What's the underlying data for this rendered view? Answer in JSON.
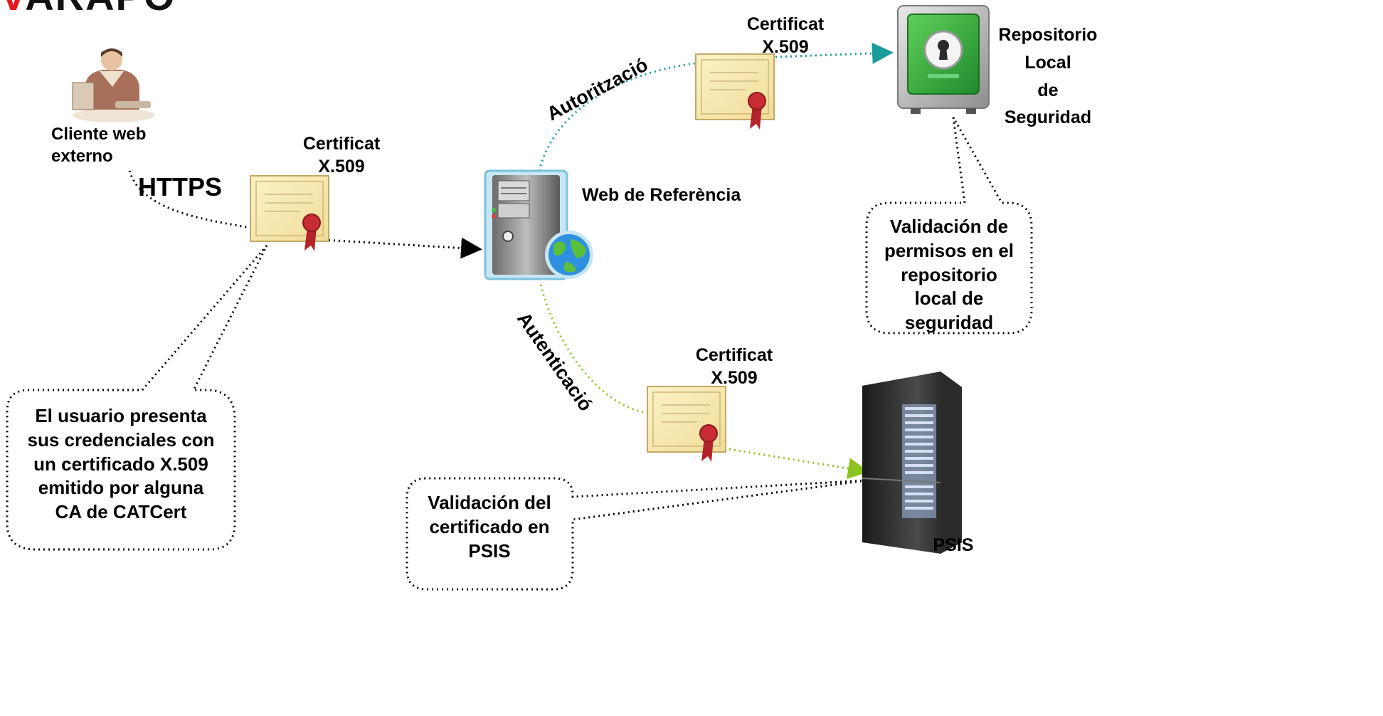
{
  "logo": {
    "text": "VARAPO",
    "accent_color": "#e8161d",
    "text_color": "#111111"
  },
  "nodes": {
    "client": {
      "lines": [
        "Cliente web",
        "externo"
      ]
    },
    "web_server": {
      "label": "Web de Referència"
    },
    "repository": {
      "lines": [
        "Repositorio",
        "Local",
        "de",
        "Seguridad"
      ]
    },
    "psis": {
      "label": "PSIS"
    }
  },
  "certificates": [
    {
      "lines": [
        "Certificat",
        "X.509"
      ]
    },
    {
      "lines": [
        "Certificat",
        "X.509"
      ]
    },
    {
      "lines": [
        "Certificat",
        "X.509"
      ]
    }
  ],
  "edges": {
    "https": {
      "label": "HTTPS",
      "color": "#000000"
    },
    "authorization": {
      "label": "Autorització",
      "color": "#1a9c9c"
    },
    "authentication": {
      "label": "Autenticació",
      "color": "#8cc31e"
    },
    "repo_arrow_color": "#1a9c9c",
    "psis_arrow_color": "#8cc31e"
  },
  "callouts": {
    "user": {
      "lines": [
        "El usuario presenta",
        "sus credenciales con",
        "un certificado X.509",
        "emitido por alguna",
        "CA de CATCert"
      ]
    },
    "permissions": {
      "lines": [
        "Validación de",
        "permisos en el",
        "repositorio",
        "local de",
        "seguridad"
      ]
    },
    "psis_validation": {
      "lines": [
        "Validación del",
        "certificado en",
        "PSIS"
      ]
    }
  }
}
